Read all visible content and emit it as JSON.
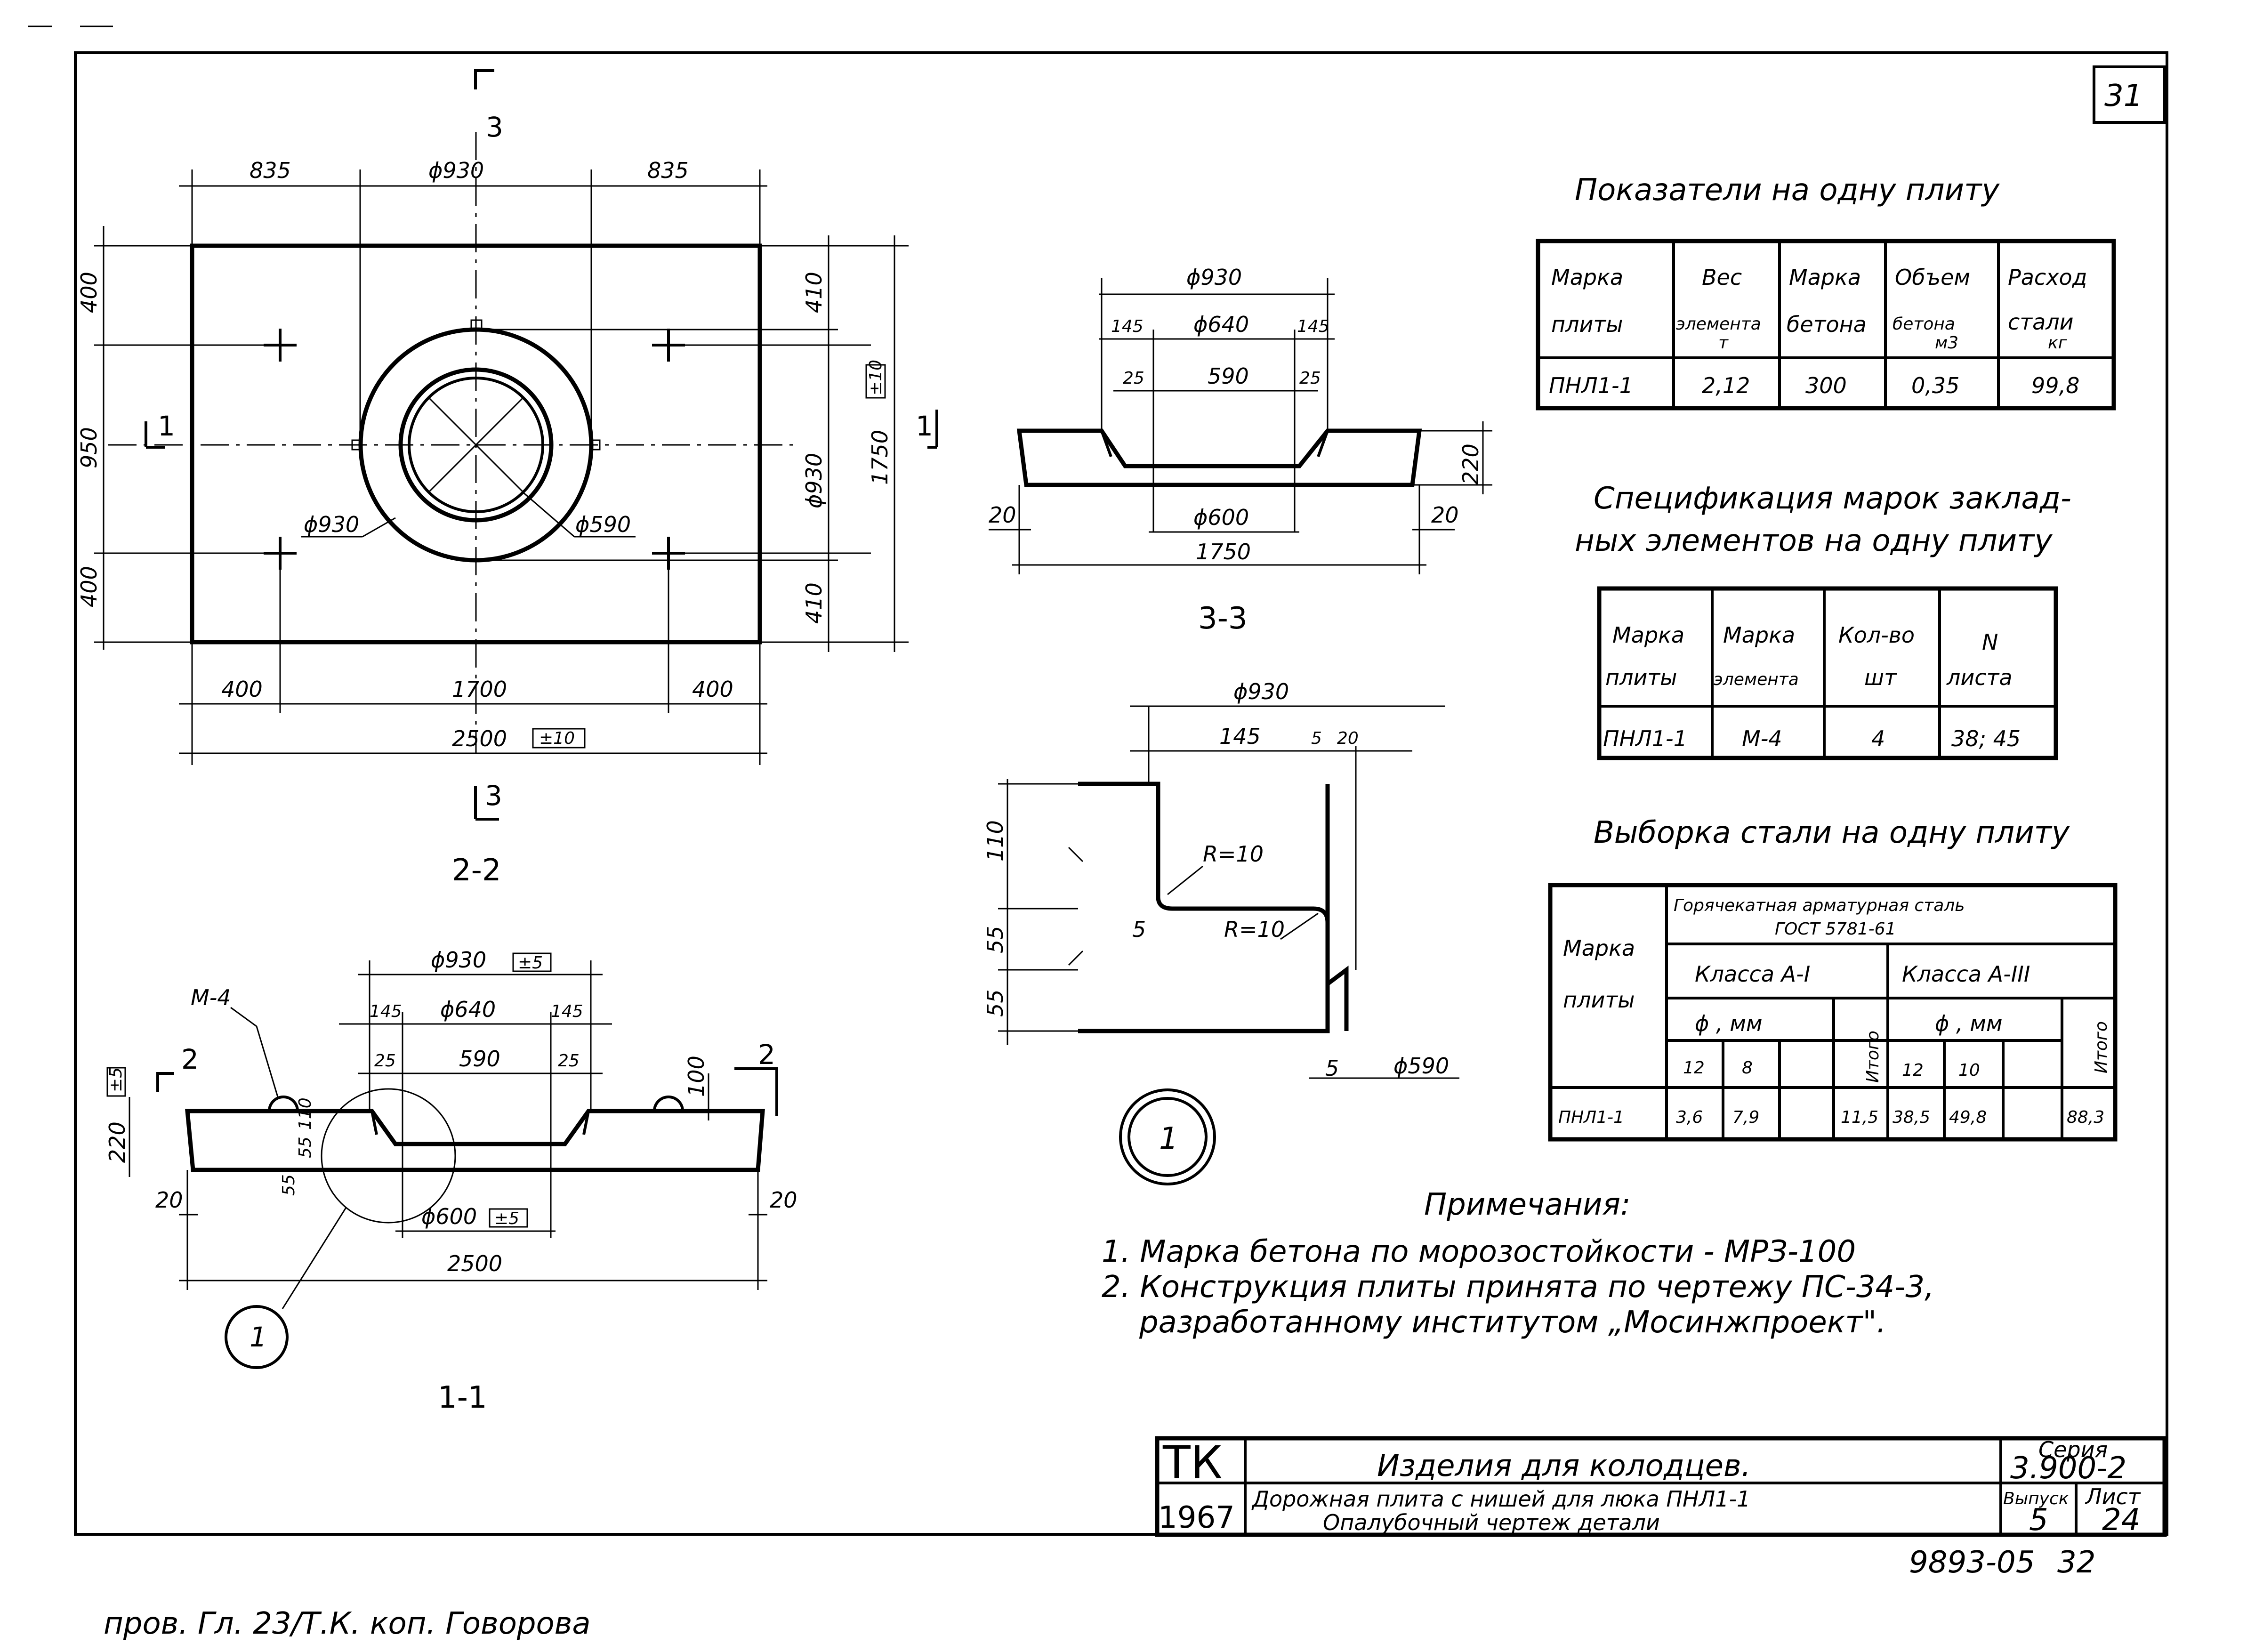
{
  "sheet": {
    "sheet_number": "31",
    "bottom_code": "9893-05",
    "bottom_page": "32",
    "signature_line": "пров. Гл. 23/Т.К. коп. Говорова"
  },
  "plan": {
    "section_label": "2-2",
    "cut_top": "3",
    "cut_bottom": "3",
    "cut_left": "1",
    "cut_right": "1",
    "dim_top": [
      "835",
      "ϕ930",
      "835"
    ],
    "dim_left": [
      "400",
      "950",
      "400"
    ],
    "dim_right": [
      "410",
      "ϕ930",
      "410"
    ],
    "dim_right_total": "1750",
    "tol_right": "±10",
    "dim_bottom": [
      "400",
      "1700",
      "400"
    ],
    "dim_bottom_total": "2500",
    "tol_bottom": "±10",
    "callout_outer": "ϕ930",
    "callout_inner": "ϕ590"
  },
  "section11": {
    "label": "1-1",
    "mark_tag": "М-4",
    "dim_top": "ϕ930",
    "tol_top": "±5",
    "dim_mid": [
      "145",
      "ϕ640",
      "145"
    ],
    "dim_inner": [
      "25",
      "590",
      "25"
    ],
    "dim_bottom_opening": "ϕ600",
    "tol_bottom_opening": "±5",
    "dim_total": "2500",
    "dim_left_height": "220",
    "tol_left": "±5",
    "dim_chamfer_left": "20",
    "dim_chamfer_right": "20",
    "dim_niche": [
      "55",
      "110"
    ],
    "dim_niche_low": "55",
    "dim_hook": "100",
    "arrow_left": "2",
    "arrow_right": "2",
    "detail_ref": "1"
  },
  "section33": {
    "label": "3-3",
    "dim_top": "ϕ930",
    "dim_mid": [
      "145",
      "ϕ640",
      "145"
    ],
    "dim_inner": [
      "25",
      "590",
      "25"
    ],
    "dim_bottom": "ϕ600",
    "dim_total": "1750",
    "dim_height": "220",
    "dim_chamfer_left": "20",
    "dim_chamfer_right": "20"
  },
  "detail1": {
    "label": "1",
    "dim_top": "ϕ930",
    "dim_145": "145",
    "dim_5": "5",
    "dim_20": "20",
    "dim_left": [
      "110",
      "55",
      "55"
    ],
    "radius1": "R=10",
    "radius2": "R=10",
    "dim_5b": "5",
    "dim_5c": "5",
    "dim_bottom": "ϕ590"
  },
  "table1": {
    "title": "Показатели на одну плиту",
    "headers": [
      [
        "Марка",
        "плиты"
      ],
      [
        "Вес",
        "элемента",
        "т"
      ],
      [
        "Марка",
        "бетона"
      ],
      [
        "Объем",
        "бетона",
        "м3"
      ],
      [
        "Расход",
        "стали",
        "кг"
      ]
    ],
    "row": [
      "ПНЛ1-1",
      "2,12",
      "300",
      "0,35",
      "99,8"
    ]
  },
  "table2": {
    "title_line1": "Спецификация марок заклад-",
    "title_line2": "ных элементов на одну плиту",
    "headers": [
      [
        "Марка",
        "плиты"
      ],
      [
        "Марка",
        "элемента"
      ],
      [
        "Кол-во",
        "шт"
      ],
      [
        "N",
        "листа"
      ]
    ],
    "row": [
      "ПНЛ1-1",
      "М-4",
      "4",
      "38; 45"
    ]
  },
  "table3": {
    "title": "Выборка стали на одну плиту",
    "col_mark": [
      "Марка",
      "плиты"
    ],
    "steel_header": [
      "Горячекатная арматурная сталь",
      "ГОСТ 5781-61"
    ],
    "class1": "Класса А-I",
    "class3": "Класса А-III",
    "phi_mm": "ϕ , мм",
    "total": "Итого",
    "diam1": [
      "12",
      "8"
    ],
    "diam3": [
      "12",
      "10"
    ],
    "row": [
      "ПНЛ1-1",
      "3,6",
      "7,9",
      "",
      "11,5",
      "38,5",
      "49,8",
      "",
      "88,3"
    ]
  },
  "notes": {
    "title": "Примечания:",
    "items": [
      "1. Марка бетона по морозостойкости - МРЗ-100",
      "2. Конструкция плиты принята по чертежу ПС-34-3,",
      "разработанному институтом „Мосинжпроект\"."
    ]
  },
  "title_block": {
    "org": "ТК",
    "year": "1967",
    "title": "Изделия для колодцев.",
    "subtitle1": "Дорожная плита с нишей для люка ПНЛ1-1",
    "subtitle2": "Опалубочный чертеж детали",
    "series_label": "Серия",
    "series": "3.900-2",
    "issue_label": "Выпуск",
    "issue": "5",
    "sheet_label": "Лист",
    "sheet": "24"
  }
}
